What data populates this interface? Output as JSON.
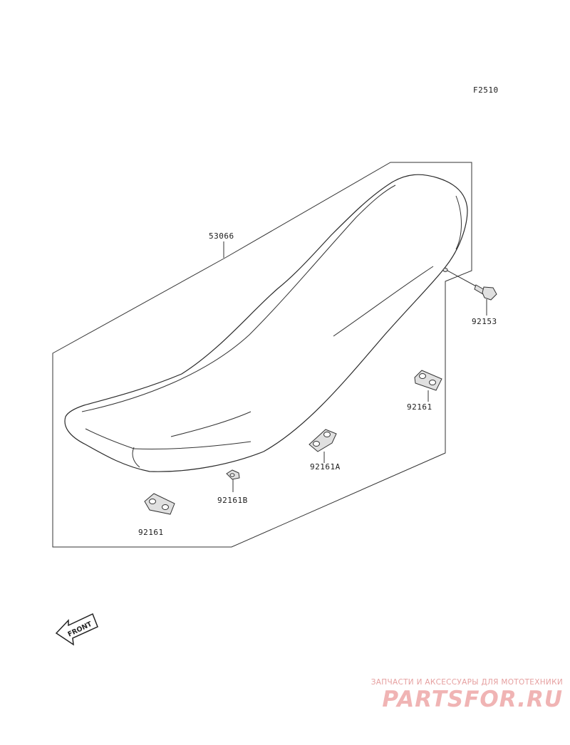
{
  "figure_code": "F2510",
  "parts": {
    "seat": "53066",
    "bolt": "92153",
    "pad_right": "92161",
    "pad_left": "92161",
    "pad_a": "92161A",
    "pad_b": "92161B"
  },
  "front_arrow": "FRONT",
  "watermark": {
    "tagline": "ЗАПЧАСТИ И АКСЕССУАРЫ ДЛЯ МОТОТЕХНИКИ",
    "logo": "PARTSFOR.RU"
  }
}
